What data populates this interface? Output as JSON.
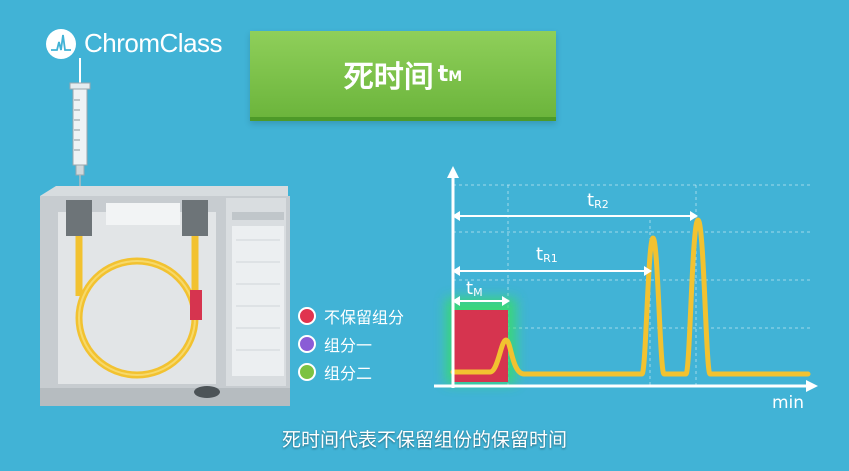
{
  "logo": {
    "text": "ChromClass"
  },
  "title": {
    "main": "死时间",
    "symbol": "t",
    "subscript": "M"
  },
  "legend": [
    {
      "label": "不保留组分",
      "color": "#e0344f"
    },
    {
      "label": "组分一",
      "color": "#8a5cd6"
    },
    {
      "label": "组分二",
      "color": "#7cc242"
    }
  ],
  "chart": {
    "xlabel": "min",
    "tM_label": "t",
    "tM_sub": "M",
    "tR1_label": "t",
    "tR1_sub": "R1",
    "tR2_label": "t",
    "tR2_sub": "R2",
    "peak_color": "#f2c230",
    "block_color": "#d6344f",
    "glow_color": "#39e35a"
  },
  "subtitle": "死时间代表不保留组份的保留时间"
}
